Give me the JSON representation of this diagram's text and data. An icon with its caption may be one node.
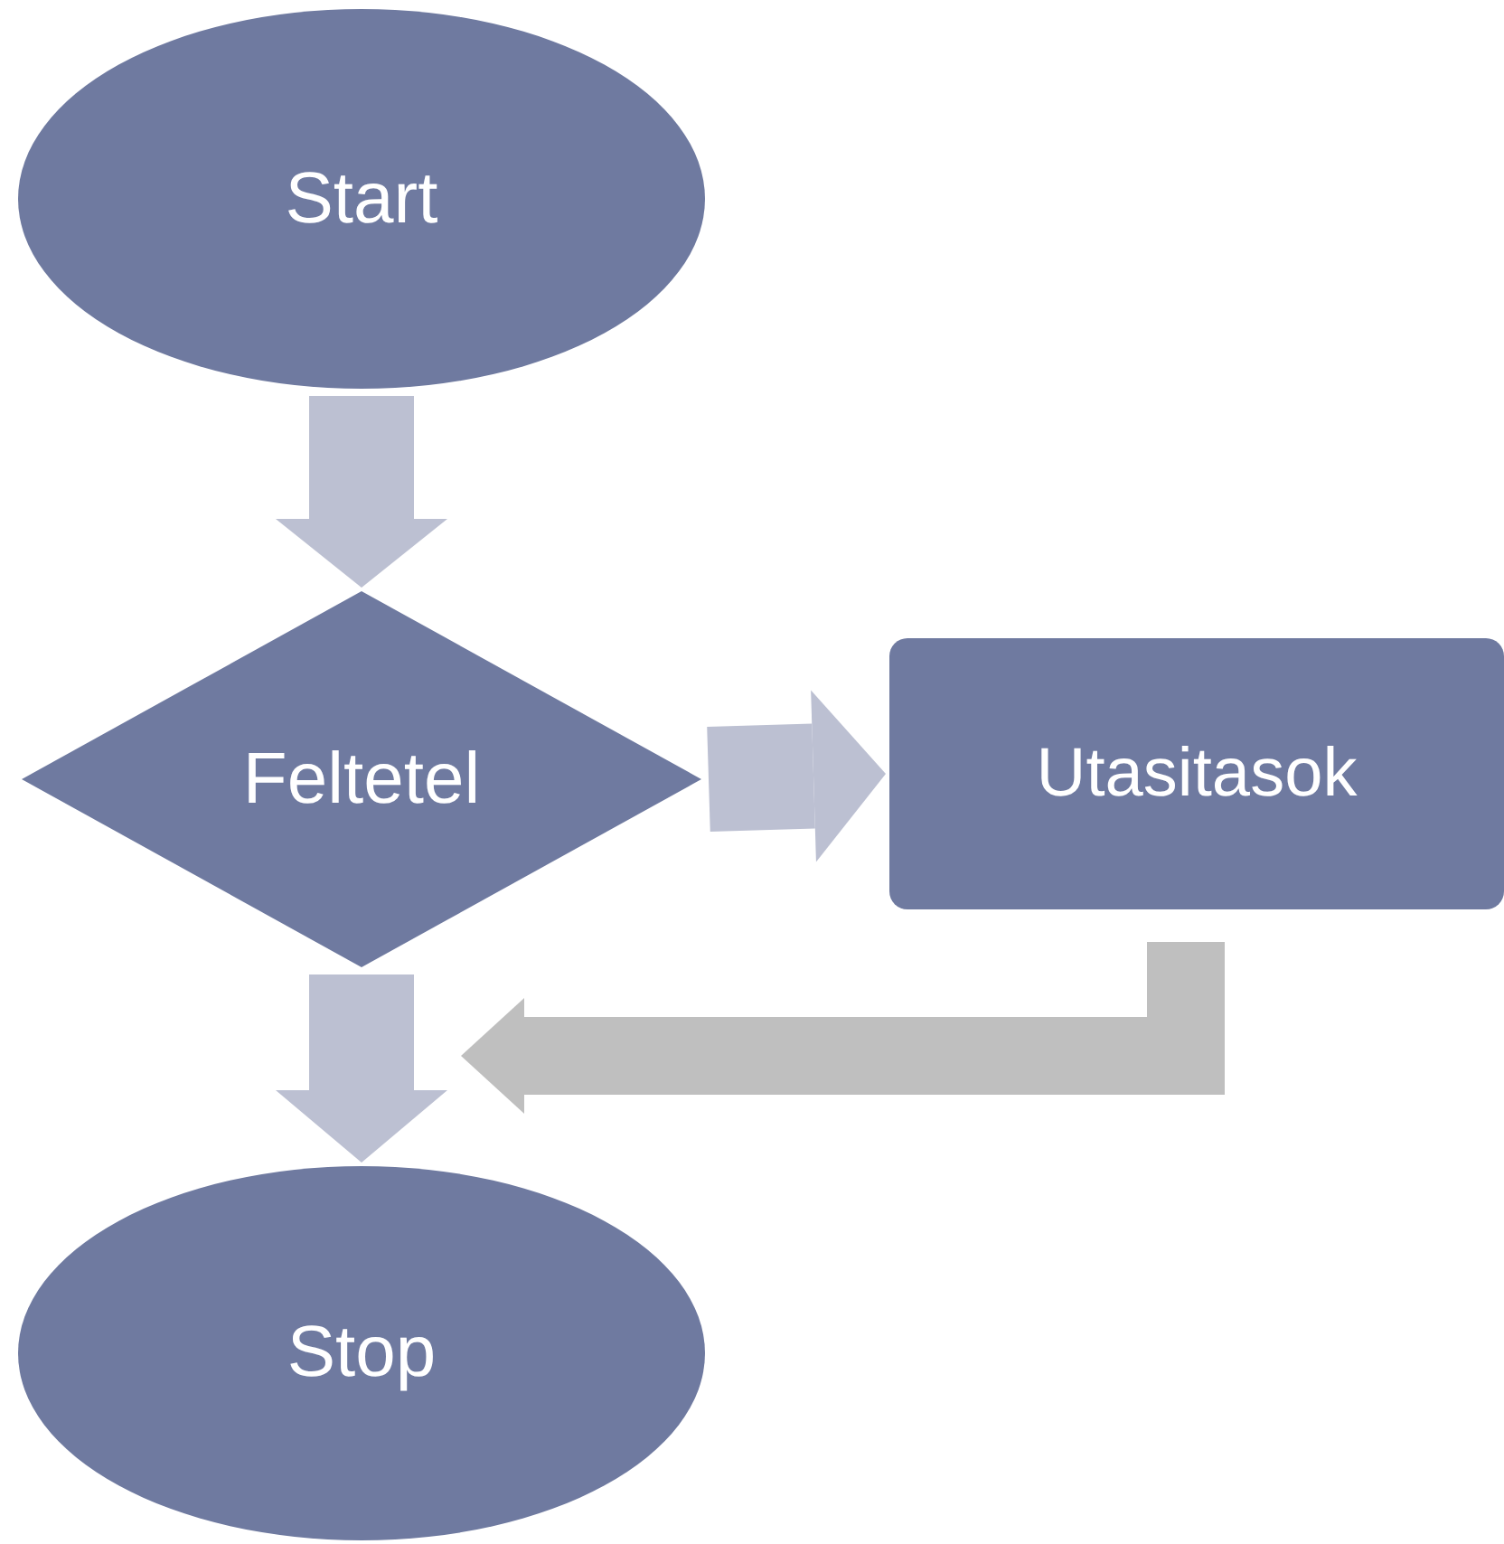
{
  "diagram": {
    "nodes": [
      {
        "text": [
          "Start"
        ]
      },
      {
        "text": [
          "Feltetel"
        ]
      },
      {
        "text": [
          "Utasitasok"
        ]
      },
      {
        "text": [
          "Stop"
        ]
      }
    ],
    "edges": [
      {
        "from": 0,
        "to": 1,
        "arrow": "to"
      },
      {
        "from": 1,
        "to": 2,
        "arrow": "to"
      },
      {
        "from": 1,
        "to": 3,
        "arrow": "to"
      },
      {
        "from": 2,
        "to": 3,
        "arrow": "to",
        "color": "#bfbfbf"
      }
    ]
  }
}
